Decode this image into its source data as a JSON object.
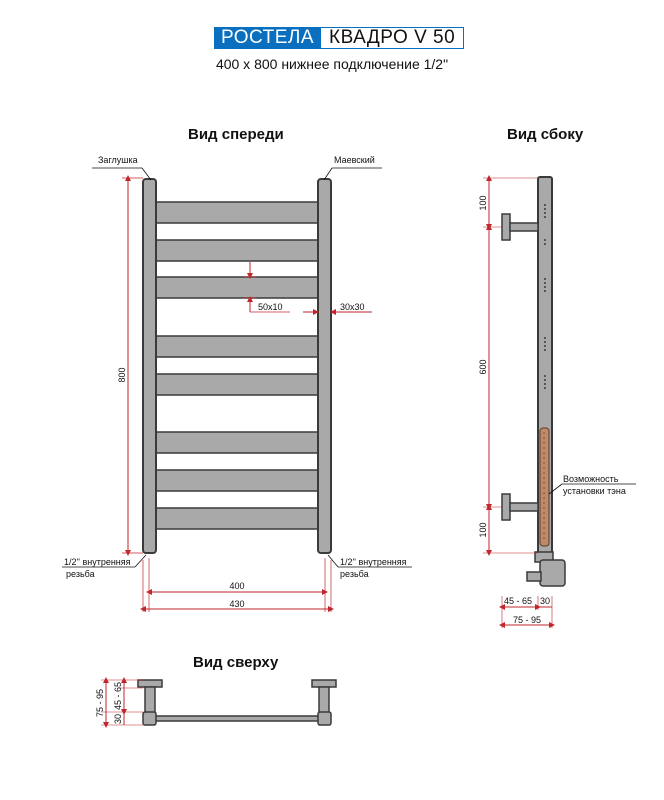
{
  "header": {
    "brand": "РОСТЕЛА",
    "model": "КВАДРО V 50",
    "subtitle": "400 х 800 нижнее подключение 1/2\""
  },
  "views": {
    "front": "Вид спереди",
    "side": "Вид сбоку",
    "top": "Вид сверху"
  },
  "front_view": {
    "callout_plug": "Заглушка",
    "callout_valve": "Маевский",
    "height": "800",
    "bar_section": "50х10",
    "post_section": "30х30",
    "thread_left_line1": "1/2'' внутренняя",
    "thread_left_line2": "резьба",
    "thread_right_line1": "1/2'' внутренняя",
    "thread_right_line2": "резьба",
    "width_centers": "400",
    "width_total": "430"
  },
  "side_view": {
    "dim_top": "100",
    "dim_middle": "600",
    "dim_bottom": "100",
    "heater_note_line1": "Возможность",
    "heater_note_line2": "установки тэна",
    "offset_1": "45 - 65",
    "offset_2": "30",
    "offset_total": "75 - 95"
  },
  "top_view": {
    "dim_total": "75 - 95",
    "dim_offset": "45 - 65",
    "dim_post": "30"
  },
  "colors": {
    "brand_blue": "#0a6fbf",
    "steel": "#a9a9a9",
    "steel_dark": "#3a3a3a",
    "dimension_red": "#c0272d",
    "heater_copper": "#c08a6a"
  }
}
